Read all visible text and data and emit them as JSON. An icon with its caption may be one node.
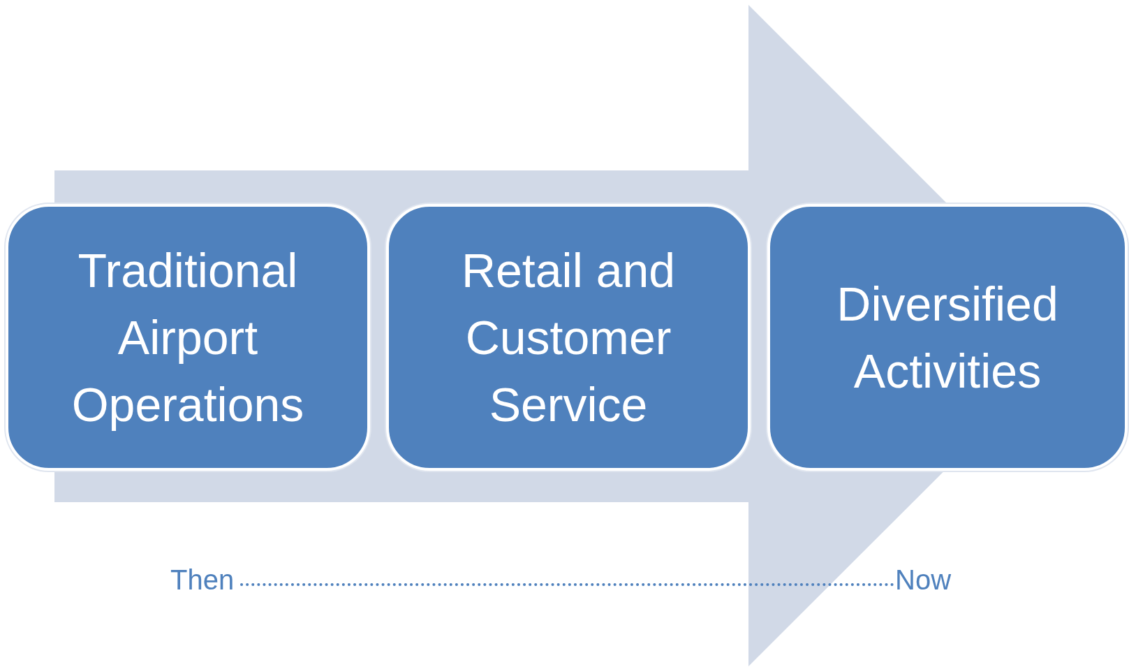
{
  "diagram": {
    "nodes": [
      {
        "text": [
          "Traditional Airport Operations"
        ]
      },
      {
        "text": [
          "Retail and Customer Service"
        ]
      },
      {
        "text": [
          "Diversified Activities"
        ]
      }
    ],
    "edges": [
      {
        "from": 0,
        "to": 2,
        "arrow": "to",
        "style": "thick"
      }
    ],
    "labels": [
      "Then",
      "Now"
    ]
  }
}
